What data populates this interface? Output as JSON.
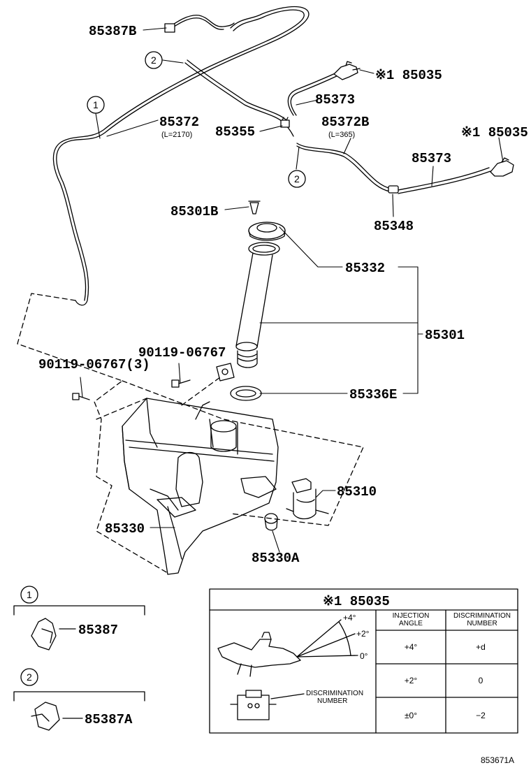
{
  "labels": {
    "p85387B": "85387B",
    "p85035_top": "※1 85035",
    "p85373_top": "85373",
    "p85372": "85372",
    "p85372_len": "(L=2170)",
    "p85355": "85355",
    "p85372B": "85372B",
    "p85372B_len": "(L=365)",
    "p85035_right": "※1 85035",
    "p85373_mid": "85373",
    "p85348": "85348",
    "p85301B": "85301B",
    "p85332": "85332",
    "p85301": "85301",
    "p90119_a": "90119-06767",
    "p90119_b": "90119-06767(3)",
    "p85336E": "85336E",
    "p85310": "85310",
    "p85330": "85330",
    "p85330A": "85330A",
    "p85387": "85387",
    "p85387A": "85387A",
    "drawing_no": "853671A"
  },
  "callouts": {
    "c1": "1",
    "c2": "2"
  },
  "detail_table": {
    "title": "※1 85035",
    "col1_header_line1": "INJECTION",
    "col1_header_line2": "ANGLE",
    "col2_header_line1": "DISCRIMINATION",
    "col2_header_line2": "NUMBER",
    "rows": [
      {
        "angle": "+4°",
        "number": "+d"
      },
      {
        "angle": "+2°",
        "number": "0"
      },
      {
        "angle": "±0°",
        "number": "−2"
      }
    ],
    "angle_marks": [
      "+4°",
      "+2°",
      "0°"
    ],
    "discrimination_label_line1": "DISCRIMINATION",
    "discrimination_label_line2": "NUMBER"
  }
}
